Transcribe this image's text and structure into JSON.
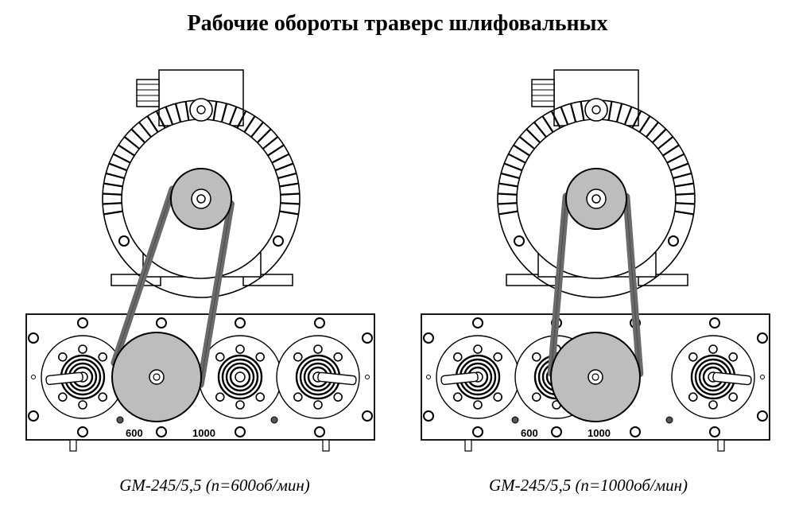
{
  "title": "Рабочие обороты траверс шлифовальных",
  "diagrams": [
    {
      "caption": "GM-245/5,5 (n=600об/мин)",
      "label_600": "600",
      "label_1000": "1000"
    },
    {
      "caption": "GM-245/5,5 (n=1000об/мин)",
      "label_600": "600",
      "label_1000": "1000"
    }
  ],
  "colors": {
    "pulley_fill": "#bdbdbd",
    "belt": "#6a6a6a",
    "outline": "#000000"
  }
}
